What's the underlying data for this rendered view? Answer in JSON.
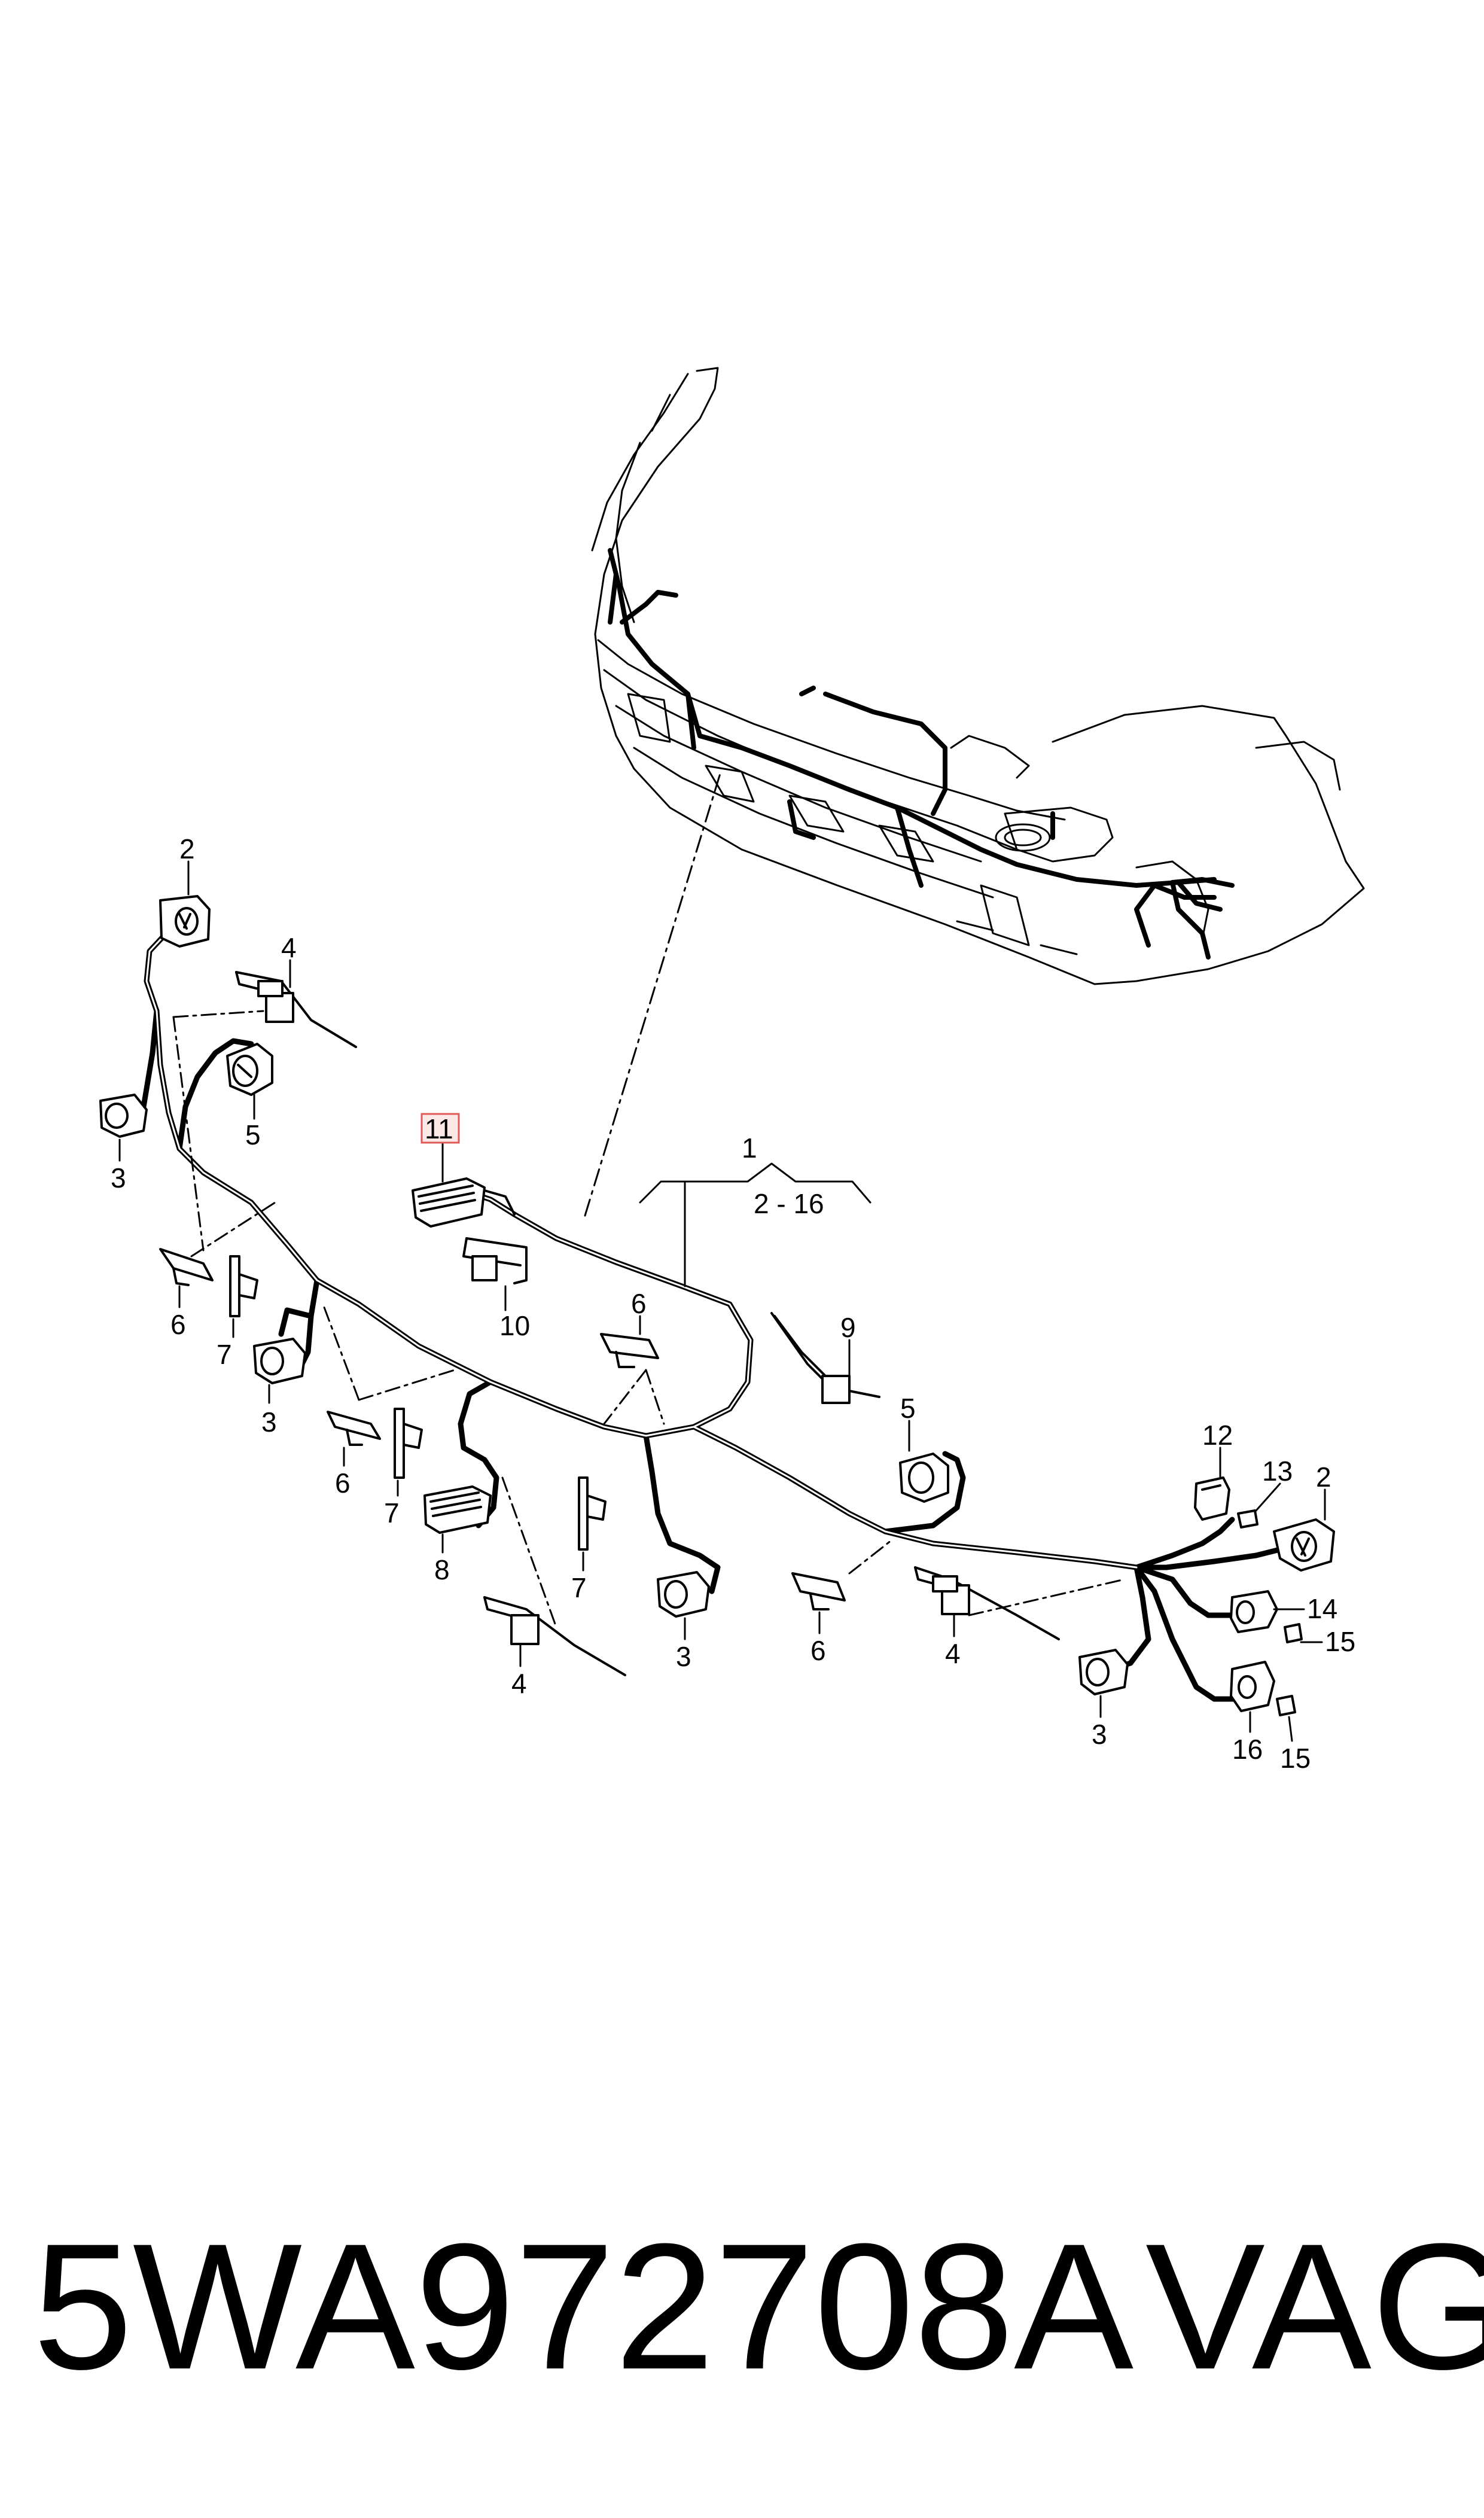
{
  "diagram": {
    "callouts": [
      "2",
      "4",
      "5",
      "3",
      "11",
      "1",
      "2 - 16",
      "10",
      "6",
      "9",
      "6",
      "7",
      "3",
      "6",
      "7",
      "8",
      "7",
      "3",
      "5",
      "12",
      "13",
      "2",
      "6",
      "4",
      "14",
      "15",
      "3",
      "16",
      "15",
      "4"
    ]
  },
  "caption": {
    "part_number": "5WA972708A",
    "brand": "VAG"
  },
  "colors": {
    "line": "#000000",
    "highlight_box": "#e05a5a",
    "highlight_fill": "#fde8e8"
  }
}
